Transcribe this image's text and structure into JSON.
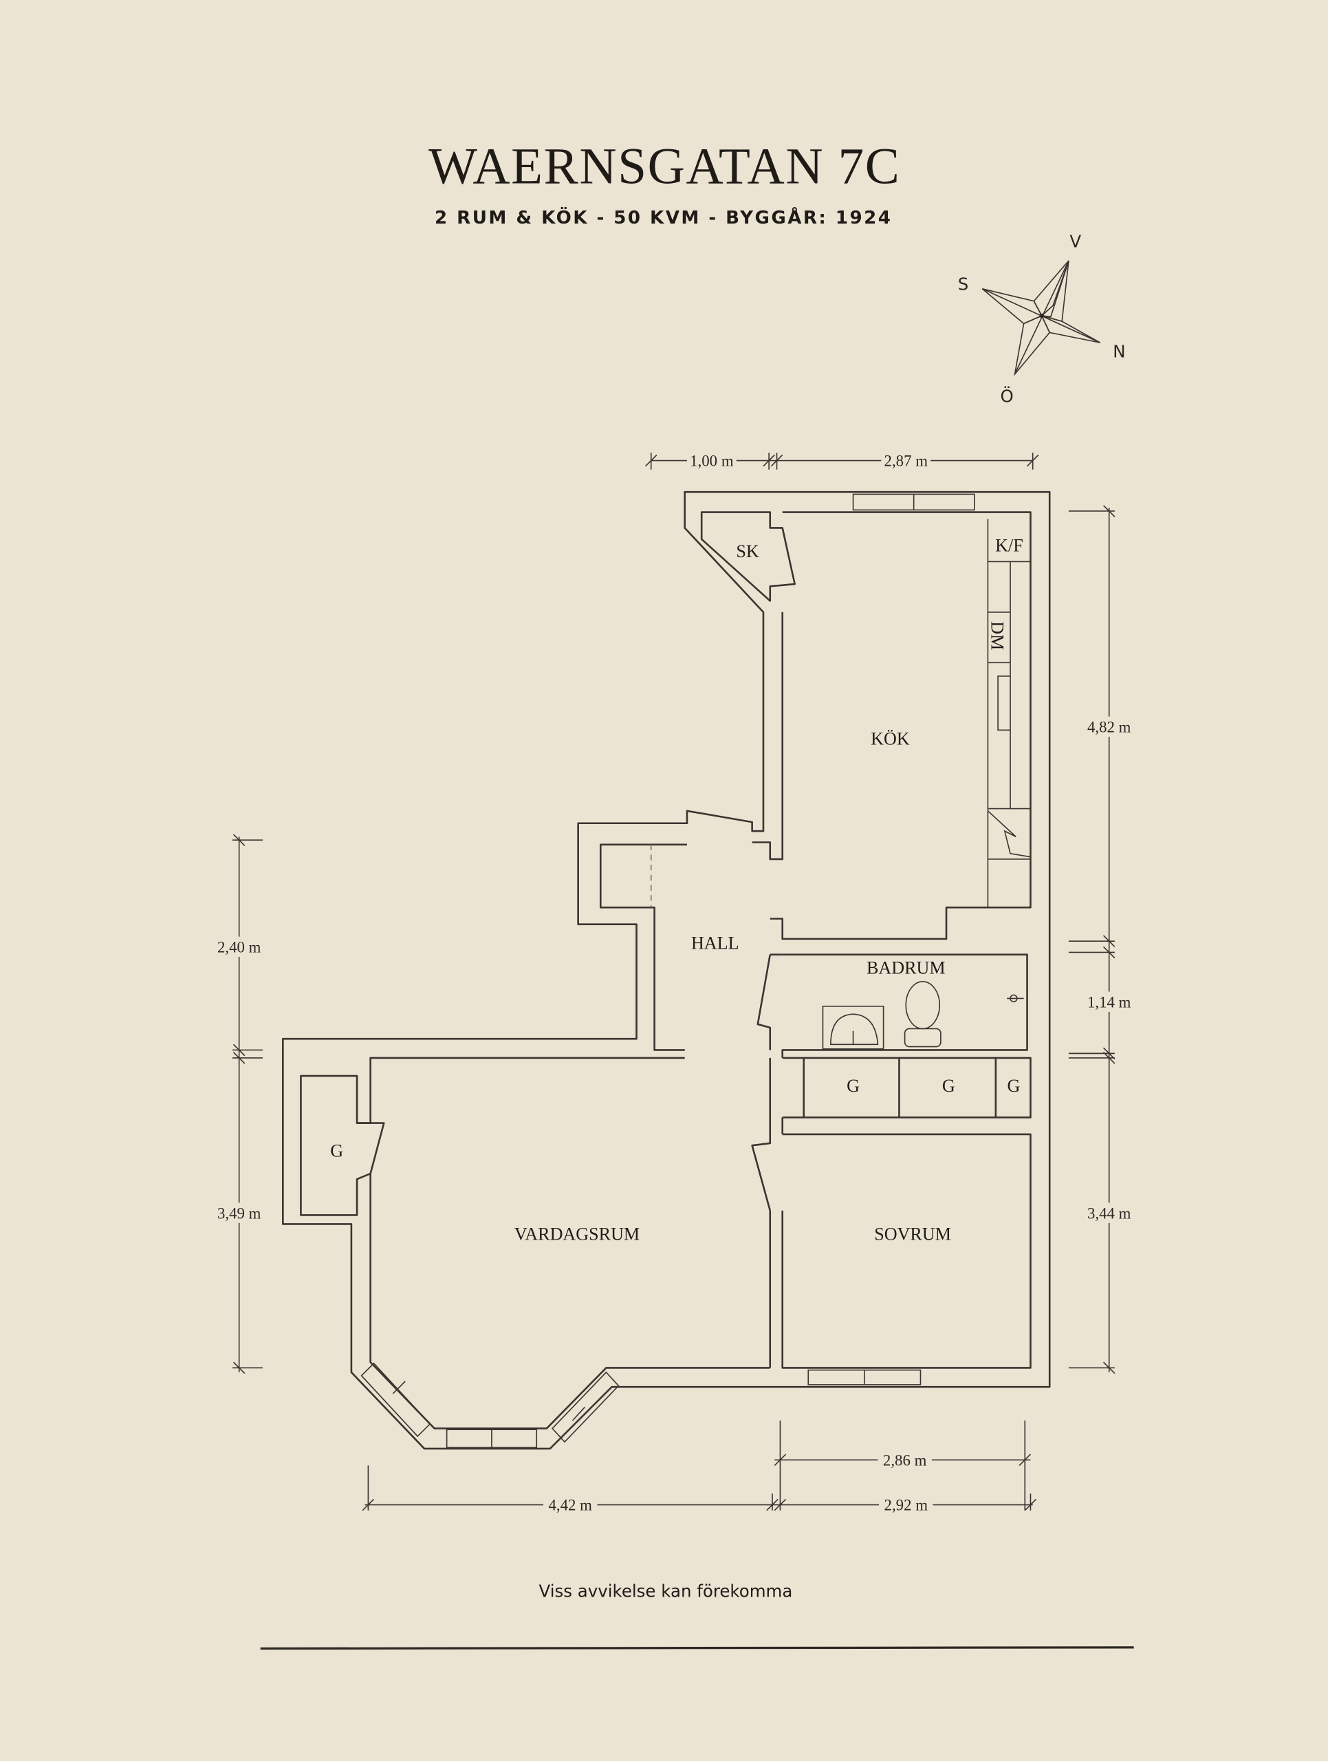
{
  "header": {
    "title": "WAERNSGATAN 7C",
    "subtitle": "2 RUM & KÖK  -  50 KVM  -  BYGGÅR: 1924"
  },
  "compass": {
    "north": "N",
    "south": "S",
    "east": "Ö",
    "west": "V"
  },
  "rooms": {
    "sk": "SK",
    "kf": "K/F",
    "dm": "DM",
    "kok": "KÖK",
    "hall": "HALL",
    "badrum": "BADRUM",
    "garderob": "G",
    "vardagsrum": "VARDAGSRUM",
    "sovrum": "SOVRUM"
  },
  "dimensions": {
    "top_left": "1,00 m",
    "top_right": "2,87 m",
    "right_kitchen": "4,82 m",
    "right_bath": "1,14 m",
    "right_bedroom": "3,44 m",
    "left_hall": "2,40 m",
    "left_living": "3,49 m",
    "bottom_bedroom_inner": "2,86 m",
    "bottom_living": "4,42 m",
    "bottom_bedroom": "2,92 m"
  },
  "footer": {
    "disclaimer": "Viss avvikelse kan förekomma"
  },
  "colors": {
    "background": "#ebe4d3",
    "ink": "#1f1c18"
  }
}
